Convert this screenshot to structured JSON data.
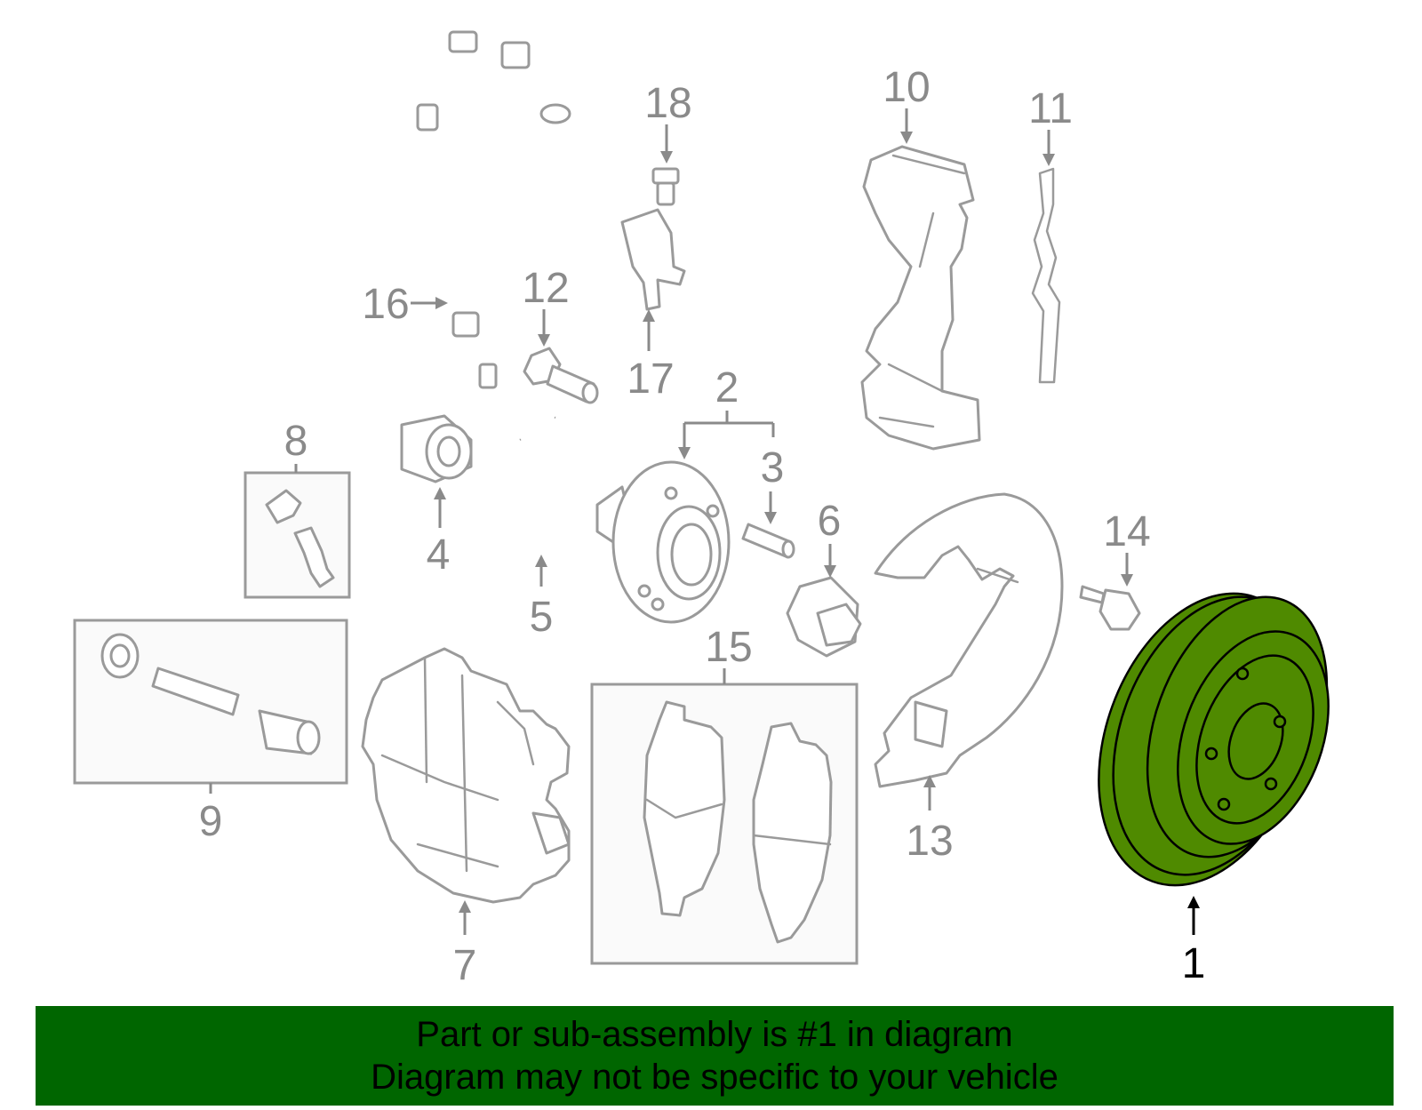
{
  "callouts": [
    {
      "num": "1",
      "highlight": true
    },
    {
      "num": "2"
    },
    {
      "num": "3"
    },
    {
      "num": "4"
    },
    {
      "num": "5"
    },
    {
      "num": "6"
    },
    {
      "num": "7"
    },
    {
      "num": "8"
    },
    {
      "num": "9"
    },
    {
      "num": "10"
    },
    {
      "num": "11"
    },
    {
      "num": "12"
    },
    {
      "num": "13"
    },
    {
      "num": "14"
    },
    {
      "num": "15"
    },
    {
      "num": "16"
    },
    {
      "num": "17"
    },
    {
      "num": "18"
    }
  ],
  "banner": {
    "line1": "Part or sub-assembly is #1 in diagram",
    "line2": "Diagram may not be specific to your vehicle",
    "background": "#006600"
  },
  "colors": {
    "highlight_part": "#4f8a00",
    "part_outline": "#9a9a9a"
  }
}
